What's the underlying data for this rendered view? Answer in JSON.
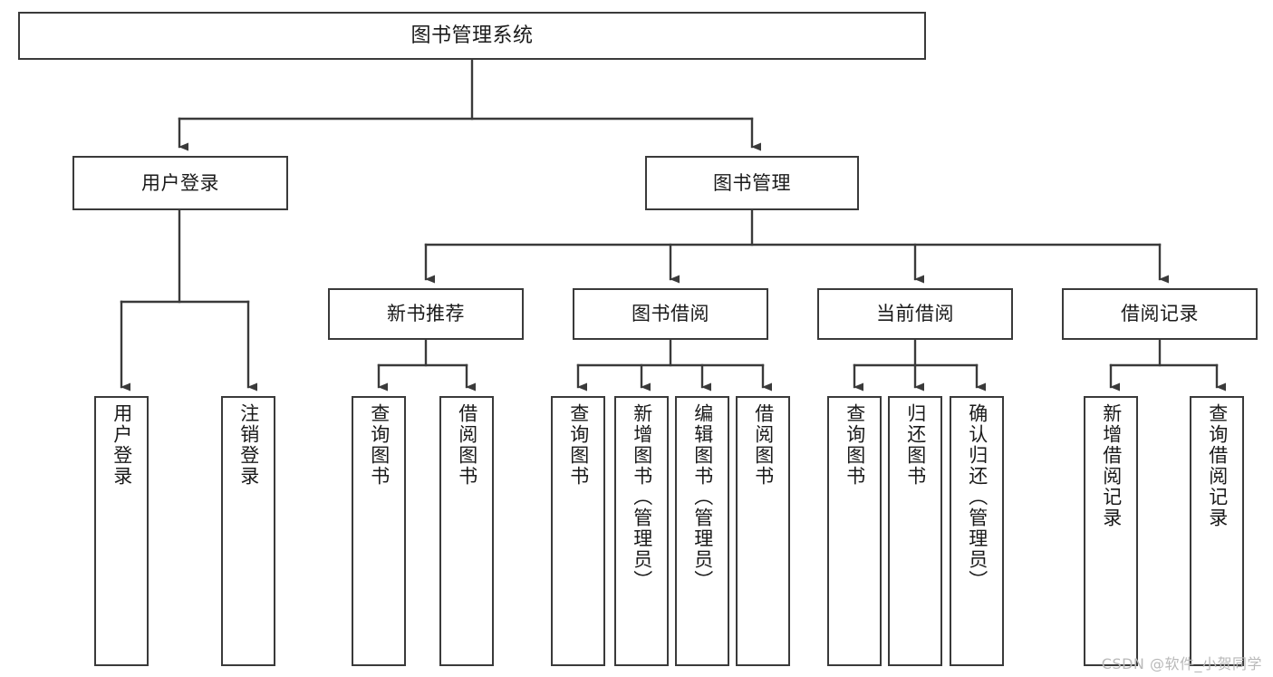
{
  "diagram": {
    "title": "图书管理系统",
    "watermark": "CSDN @软件_小贺同学",
    "colors": {
      "box_border": "#3a3a3a",
      "box_fill": "#ffffff",
      "connector": "#3a3a3a",
      "text": "#1a1a1a",
      "watermark": "#b9b9b9",
      "background": "#ffffff"
    },
    "root": {
      "label": "图书管理系统"
    },
    "level2": [
      {
        "label": "用户登录"
      },
      {
        "label": "图书管理"
      }
    ],
    "level3": [
      {
        "label": "新书推荐"
      },
      {
        "label": "图书借阅"
      },
      {
        "label": "当前借阅"
      },
      {
        "label": "借阅记录"
      }
    ],
    "leaves": {
      "user_login": [
        {
          "label": "用户登录"
        },
        {
          "label": "注销登录"
        }
      ],
      "new_book": [
        {
          "label": "查询图书"
        },
        {
          "label": "借阅图书"
        }
      ],
      "book_borrow": [
        {
          "label": "查询图书"
        },
        {
          "label": "新增图书（管理员）"
        },
        {
          "label": "编辑图书（管理员）"
        },
        {
          "label": "借阅图书"
        }
      ],
      "current_borrow": [
        {
          "label": "查询图书"
        },
        {
          "label": "归还图书"
        },
        {
          "label": "确认归还（管理员）"
        }
      ],
      "borrow_record": [
        {
          "label": "新增借阅记录"
        },
        {
          "label": "查询借阅记录"
        }
      ]
    }
  }
}
